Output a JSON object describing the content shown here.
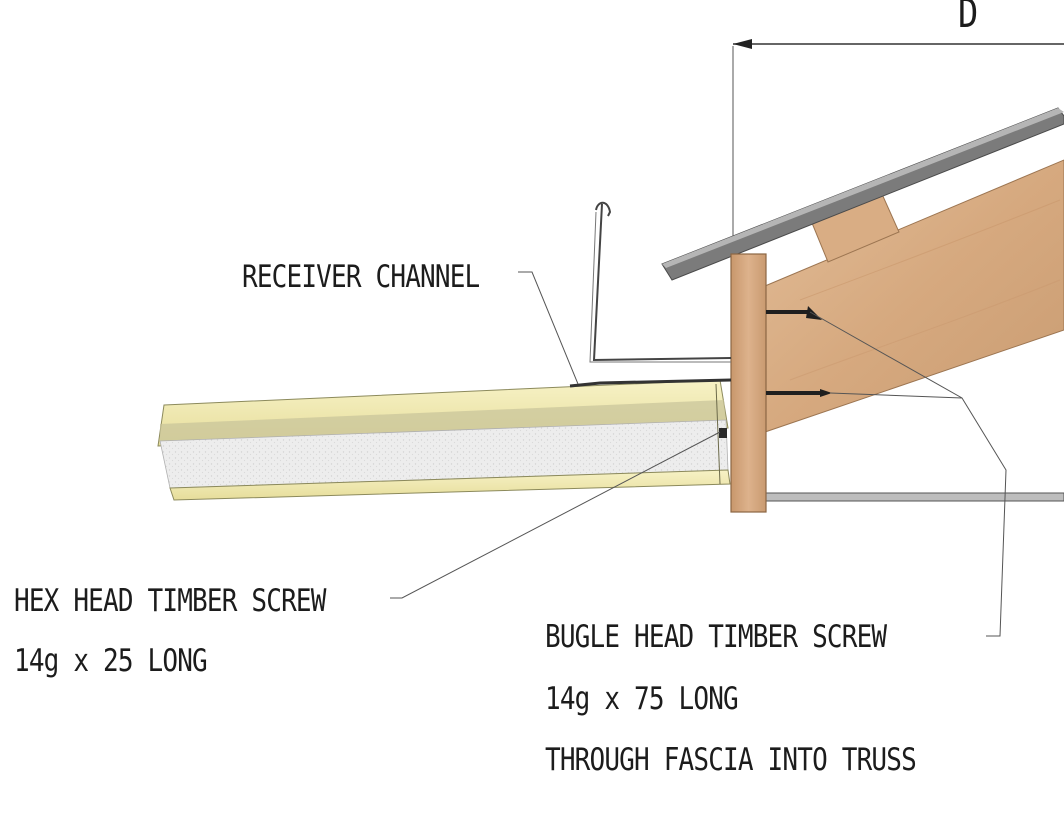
{
  "labels": {
    "receiver_channel": "RECEIVER CHANNEL",
    "hex_screw_line1": "HEX HEAD TIMBER SCREW",
    "hex_screw_line2": "14g x 25 LONG",
    "bugle_screw_line1": "BUGLE HEAD TIMBER SCREW",
    "bugle_screw_line2": "14g x 75 LONG",
    "bugle_screw_line3": "THROUGH FASCIA INTO TRUSS",
    "dimension": "D"
  },
  "colors": {
    "timber": "#d9b08c",
    "timber_dark": "#b98a62",
    "panel_skin": "#f1ebb0",
    "panel_core": "#ececec",
    "metal": "#6e6e6e",
    "line": "#3a3a3a"
  }
}
